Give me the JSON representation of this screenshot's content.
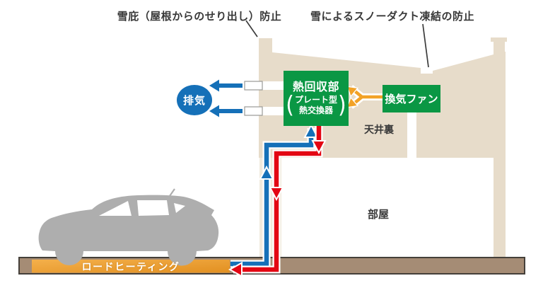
{
  "labels": {
    "snow_cornice": "雪庇（屋根からのせり出し）防止",
    "snow_duct": "雪によるスノーダクト凍結の防止",
    "attic": "天井裏",
    "room": "部屋"
  },
  "nodes": {
    "exhaust": {
      "label": "排気"
    },
    "heat_recovery": {
      "title": "熱回収部",
      "paren_open": "(",
      "sub1": "プレート型",
      "sub2": "熱交換器",
      "paren_close": ")"
    },
    "ventilation_fan": {
      "label": "換気ファン"
    },
    "road_heating": {
      "label": "ロードヒーティング"
    }
  },
  "colors": {
    "box_green": "#0A9744",
    "flow_blue": "#1570B8",
    "flow_red": "#E30613",
    "flow_amber": "#F2A227",
    "house_beige": "#E7DCCA",
    "wall_light": "#F0E9DC",
    "ground_brown": "#A58C75",
    "ground_border": "#45403A",
    "road_orange_light": "#F4B04B",
    "road_orange_dark": "#E29021",
    "car_gray": "#AEAEAE",
    "text_dark": "#383838"
  }
}
